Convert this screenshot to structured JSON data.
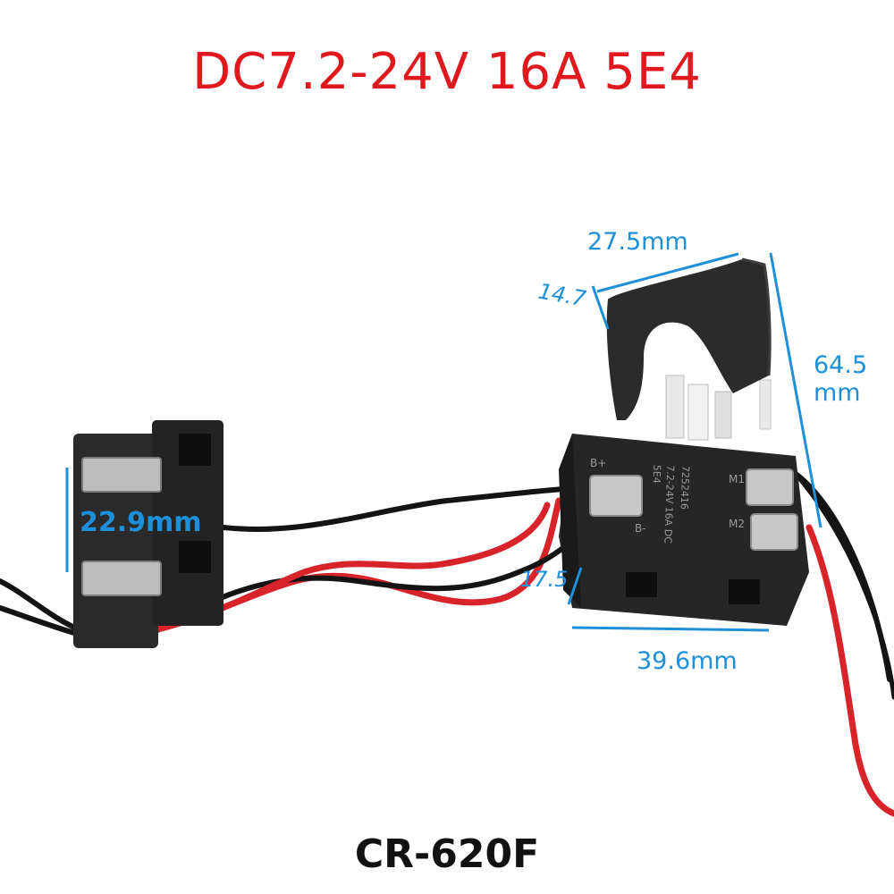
{
  "title": "DC7.2-24V 16A 5E4",
  "model": "CR-620F",
  "dimensions": {
    "top_width": "27.5mm",
    "trigger_depth": "14.7",
    "height": "64.5\nmm",
    "connector_height": "22.9mm",
    "body_depth": "17.5",
    "body_length": "39.6mm"
  },
  "markings": {
    "b_plus": "B+",
    "b_minus": "B-",
    "m1": "M1",
    "m2": "M2",
    "rating_line1": "7.2-24V 16A DC",
    "rating_line2": "5E4",
    "part_number": "7252416"
  },
  "colors": {
    "title": "#e0191e",
    "model": "#111111",
    "dimension": "#1e8fd9",
    "plastic": "#252525",
    "red_wire": "#d8232a",
    "black_wire": "#141414"
  }
}
